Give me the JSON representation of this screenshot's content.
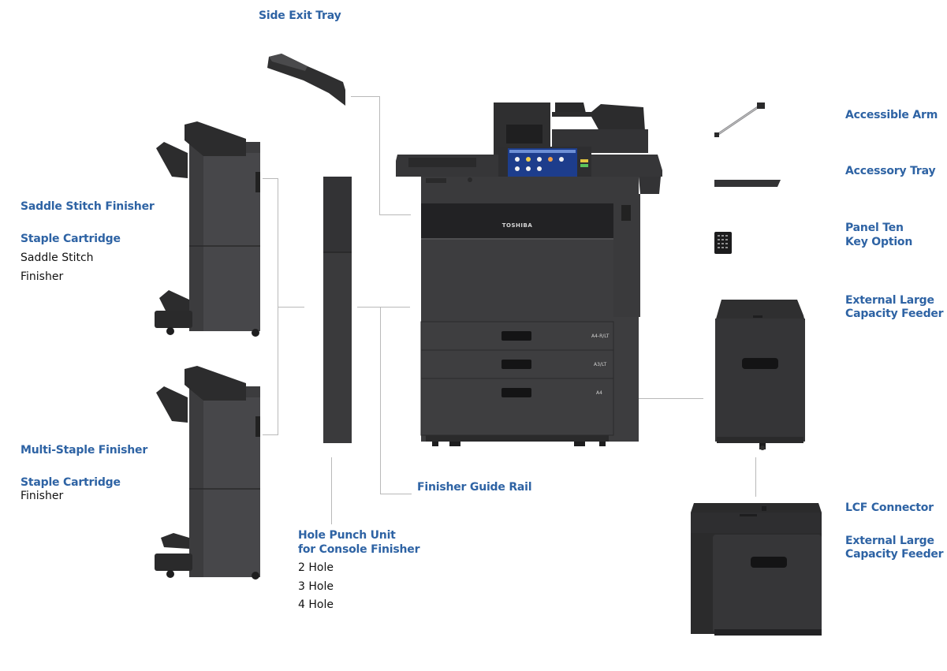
{
  "colors": {
    "label": "#2e63a4",
    "text": "#111111",
    "device": "#3c3c3e",
    "device_dark": "#2a2a2b",
    "leader": "#b9b9b9"
  },
  "labels": {
    "side_exit_tray": "Side Exit Tray",
    "saddle_stitch_finisher": "Saddle Stitch Finisher",
    "staple_cartridge_1": "Staple Cartridge",
    "saddle_stitch_detail": "Saddle Stitch",
    "finisher_1": "Finisher",
    "multi_staple_finisher": "Multi-Staple Finisher",
    "staple_cartridge_2": "Staple Cartridge",
    "finisher_2": "Finisher",
    "hole_punch_line1": "Hole Punch Unit",
    "hole_punch_line2": "for Console Finisher",
    "hole_options": [
      "2 Hole",
      "3 Hole",
      "4 Hole"
    ],
    "finisher_guide_rail": "Finisher Guide Rail",
    "accessible_arm": "Accessible Arm",
    "accessory_tray": "Accessory Tray",
    "panel_ten_line1": "Panel Ten",
    "panel_ten_line2": "Key Option",
    "external_lcf_1_line1": "External Large",
    "external_lcf_1_line2": "Capacity Feeder",
    "lcf_connector": "LCF Connector",
    "external_lcf_2_line1": "External Large",
    "external_lcf_2_line2": "Capacity Feeder"
  },
  "device": {
    "brand": "TOSHIBA",
    "drawer_labels": [
      "A4-R/LT",
      "A3/LT",
      "A4"
    ]
  }
}
